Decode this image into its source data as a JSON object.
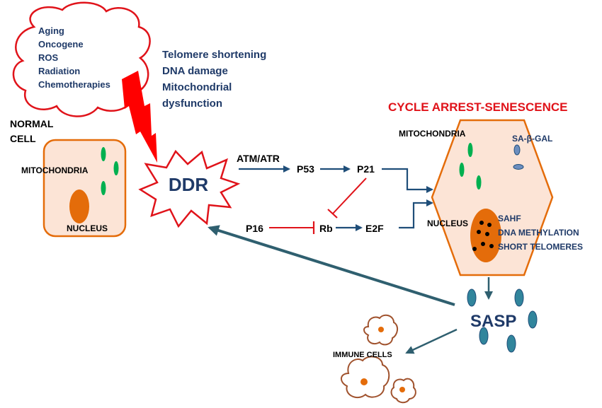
{
  "stressors": {
    "items": [
      "Aging",
      "Oncogene",
      "ROS",
      "Radiation",
      "Chemotherapies"
    ]
  },
  "damage_sources": {
    "lines": [
      "Telomere shortening",
      "DNA damage",
      "Mitochondrial",
      "dysfunction"
    ]
  },
  "normal_cell": {
    "title_line1": "NORMAL",
    "title_line2": "CELL",
    "mitochondria_label": "MITOCHONDRIA",
    "nucleus_label": "NUCLEUS"
  },
  "ddr": {
    "label": "DDR"
  },
  "pathway": {
    "atm_atr": "ATM/ATR",
    "p53": "P53",
    "p21": "P21",
    "p16": "P16",
    "rb": "Rb",
    "e2f": "E2F"
  },
  "senescent_cell": {
    "title": "CYCLE ARREST-SENESCENCE",
    "mitochondria_label": "MITOCHONDRIA",
    "sa_beta_gal": "SA-β-GAL",
    "nucleus_label": "NUCLEUS",
    "nucleus_features": [
      "SAHF",
      "DNA METHYLATION",
      "SHORT TELOMERES"
    ]
  },
  "sasp": {
    "label": "SASP"
  },
  "immune": {
    "label": "IMMUNE CELLS"
  },
  "colors": {
    "arrow_blue": "#1f4e79",
    "teal": "#2f5f6f",
    "inhibit_red": "#e0131a",
    "cell_fill": "#fce4d6",
    "cell_stroke": "#e46c0a",
    "mito_green": "#00b050",
    "nucleus_orange": "#e46c0a",
    "sasp_blue": "#31859c",
    "title_red": "#e0131a",
    "text_blue": "#1f3a68"
  }
}
